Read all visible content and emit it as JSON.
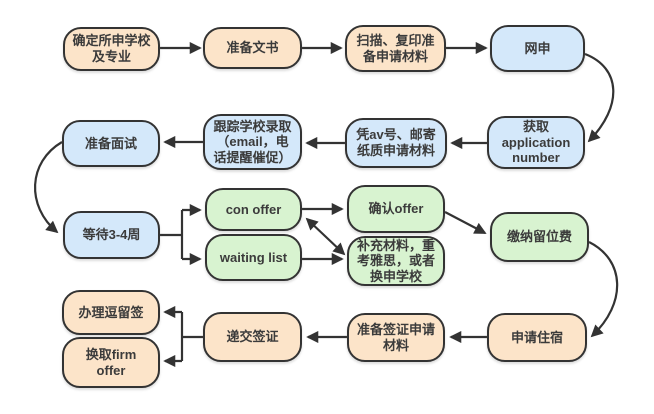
{
  "diagram_type": "flowchart",
  "subject": "university application process",
  "colors": {
    "background": "#ffffff",
    "orange_fill": "#fce4c9",
    "blue_fill": "#d4e8fa",
    "green_fill": "#d8f3d0",
    "outline": "#333333",
    "arrow": "#333333",
    "text": "#3b3b3b"
  },
  "nodes": [
    {
      "id": "school-major",
      "label": "确定所申学校\n及专业",
      "color": "orange"
    },
    {
      "id": "prepare-documents",
      "label": "准备文书",
      "color": "orange"
    },
    {
      "id": "scan-copy-materials",
      "label": "扫描、复印准\n备申请材料",
      "color": "orange"
    },
    {
      "id": "online-application",
      "label": "网申",
      "color": "blue"
    },
    {
      "id": "application-number",
      "label": "获取\napplication\nnumber",
      "color": "blue"
    },
    {
      "id": "mail-paper-materials",
      "label": "凭av号、邮寄\n纸质申请材料",
      "color": "blue"
    },
    {
      "id": "track-admission",
      "label": "跟踪学校录取\n（email，电\n话提醒催促）",
      "color": "blue"
    },
    {
      "id": "interview-prep",
      "label": "准备面试",
      "color": "blue"
    },
    {
      "id": "wait-3-4-weeks",
      "label": "等待3-4周",
      "color": "blue"
    },
    {
      "id": "con-offer",
      "label": "con offer",
      "color": "green"
    },
    {
      "id": "waiting-list",
      "label": "waiting list",
      "color": "green"
    },
    {
      "id": "confirm-offer",
      "label": "确认offer",
      "color": "green"
    },
    {
      "id": "supplement-materials",
      "label": "补充材料，重\n考雅思，或者\n换申学校",
      "color": "green"
    },
    {
      "id": "pay-deposit",
      "label": "缴纳留位费",
      "color": "green"
    },
    {
      "id": "stay-visa",
      "label": "办理逗留签",
      "color": "orange"
    },
    {
      "id": "firm-offer",
      "label": "换取firm\noffer",
      "color": "orange"
    },
    {
      "id": "submit-visa",
      "label": "递交签证",
      "color": "orange"
    },
    {
      "id": "visa-materials",
      "label": "准备签证申请\n材料",
      "color": "orange"
    },
    {
      "id": "apply-housing",
      "label": "申请住宿",
      "color": "orange"
    }
  ],
  "edges": [
    {
      "from": "school-major",
      "to": "prepare-documents"
    },
    {
      "from": "prepare-documents",
      "to": "scan-copy-materials"
    },
    {
      "from": "scan-copy-materials",
      "to": "online-application"
    },
    {
      "from": "online-application",
      "to": "application-number"
    },
    {
      "from": "application-number",
      "to": "mail-paper-materials"
    },
    {
      "from": "mail-paper-materials",
      "to": "track-admission"
    },
    {
      "from": "track-admission",
      "to": "interview-prep"
    },
    {
      "from": "interview-prep",
      "to": "wait-3-4-weeks"
    },
    {
      "from": "wait-3-4-weeks",
      "to": "con-offer"
    },
    {
      "from": "wait-3-4-weeks",
      "to": "waiting-list"
    },
    {
      "from": "con-offer",
      "to": "confirm-offer"
    },
    {
      "from": "waiting-list",
      "to": "supplement-materials"
    },
    {
      "from": "con-offer",
      "to": "supplement-materials",
      "bidirectional": true
    },
    {
      "from": "confirm-offer",
      "to": "pay-deposit"
    },
    {
      "from": "pay-deposit",
      "to": "apply-housing"
    },
    {
      "from": "apply-housing",
      "to": "visa-materials"
    },
    {
      "from": "visa-materials",
      "to": "submit-visa"
    },
    {
      "from": "submit-visa",
      "to": "stay-visa"
    },
    {
      "from": "submit-visa",
      "to": "firm-offer"
    }
  ]
}
